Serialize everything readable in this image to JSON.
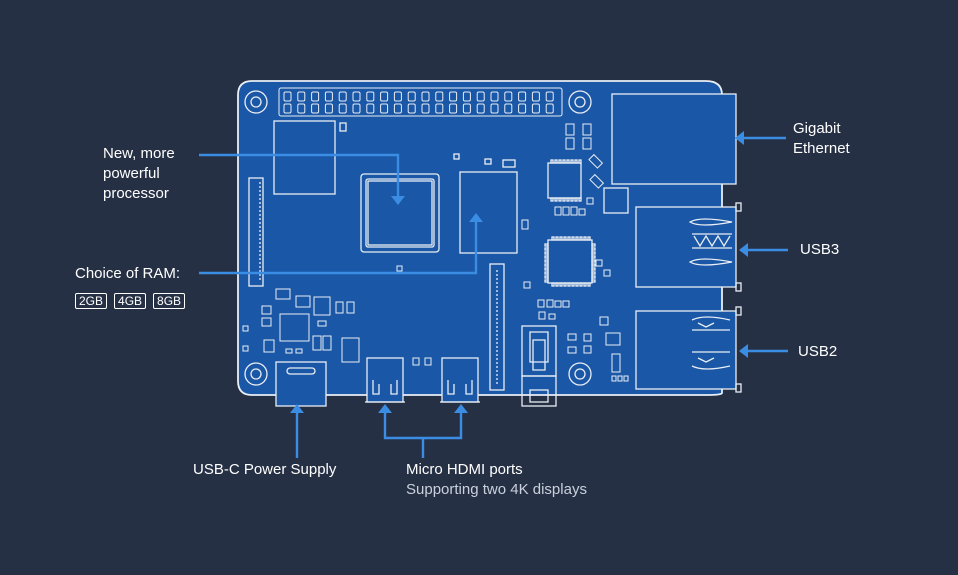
{
  "labels": {
    "processor": [
      "New, more",
      "powerful",
      "processor"
    ],
    "ram": "Choice of RAM:",
    "ram_options": [
      "2GB",
      "4GB",
      "8GB"
    ],
    "ethernet": [
      "Gigabit",
      "Ethernet"
    ],
    "usb3": "USB3",
    "usb2": "USB2",
    "power": "USB-C Power Supply",
    "hdmi_title": "Micro HDMI ports",
    "hdmi_sub": "Supporting two 4K displays"
  },
  "colors": {
    "background": "#263044",
    "board": "#1a57a6",
    "outline": "#e9eef5",
    "arrow": "#3b8de3",
    "text": "#ffffff",
    "subtext": "#c9d1dc"
  }
}
